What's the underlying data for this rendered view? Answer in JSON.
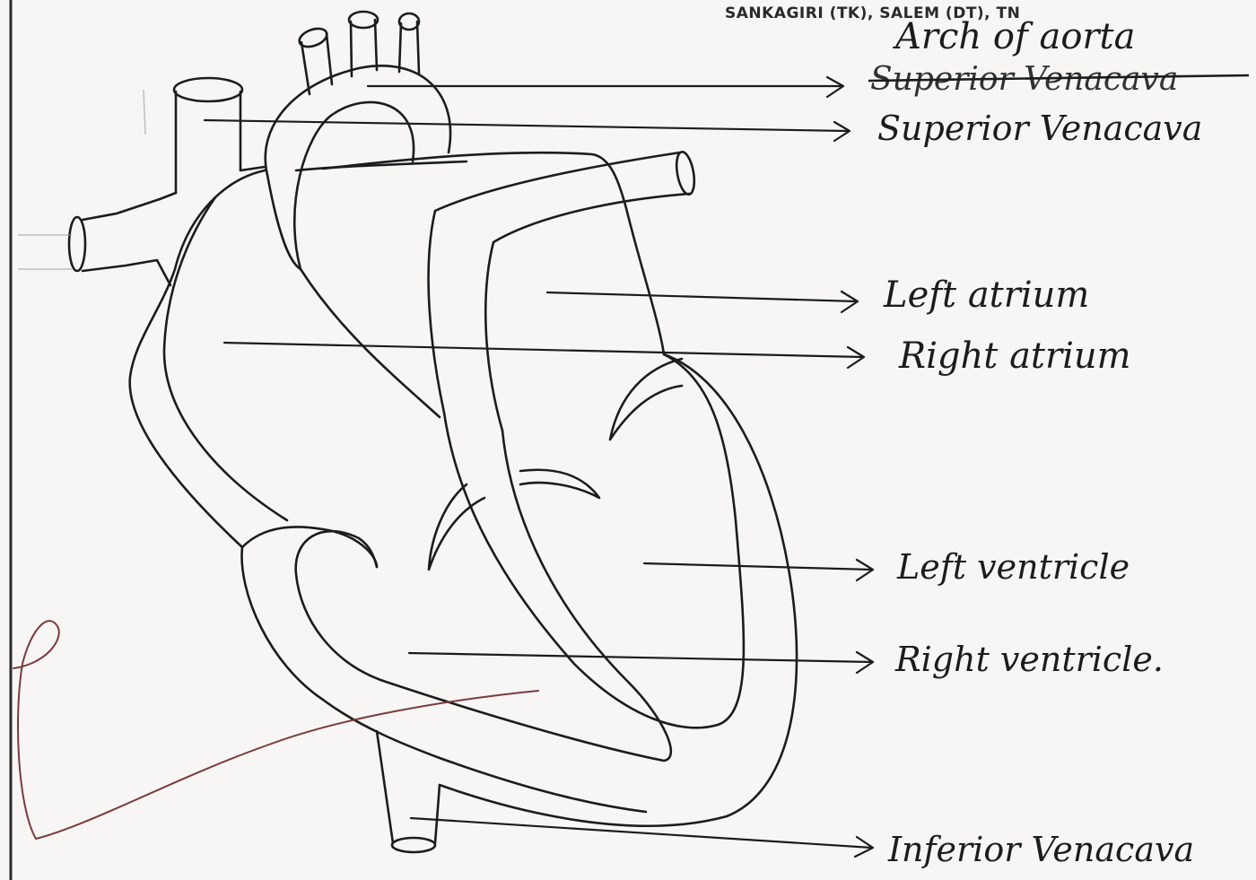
{
  "header": {
    "stamp_text": "SANKAGIRI (TK), SALEM (DT), TN"
  },
  "labels": {
    "arch_of_aorta": "Arch of aorta",
    "superior_venacava_struck": "Superior Venacava",
    "superior_venacava": "Superior Venacava",
    "left_atrium": "Left atrium",
    "right_atrium": "Right atrium",
    "left_ventricle": "Left ventricle",
    "right_ventricle": "Right ventricle.",
    "inferior_venacava": "Inferior Venacava"
  },
  "colors": {
    "ink": "#1c1c1c",
    "paper": "#f7f6f4",
    "stray_ink": "#7a3b3b"
  }
}
